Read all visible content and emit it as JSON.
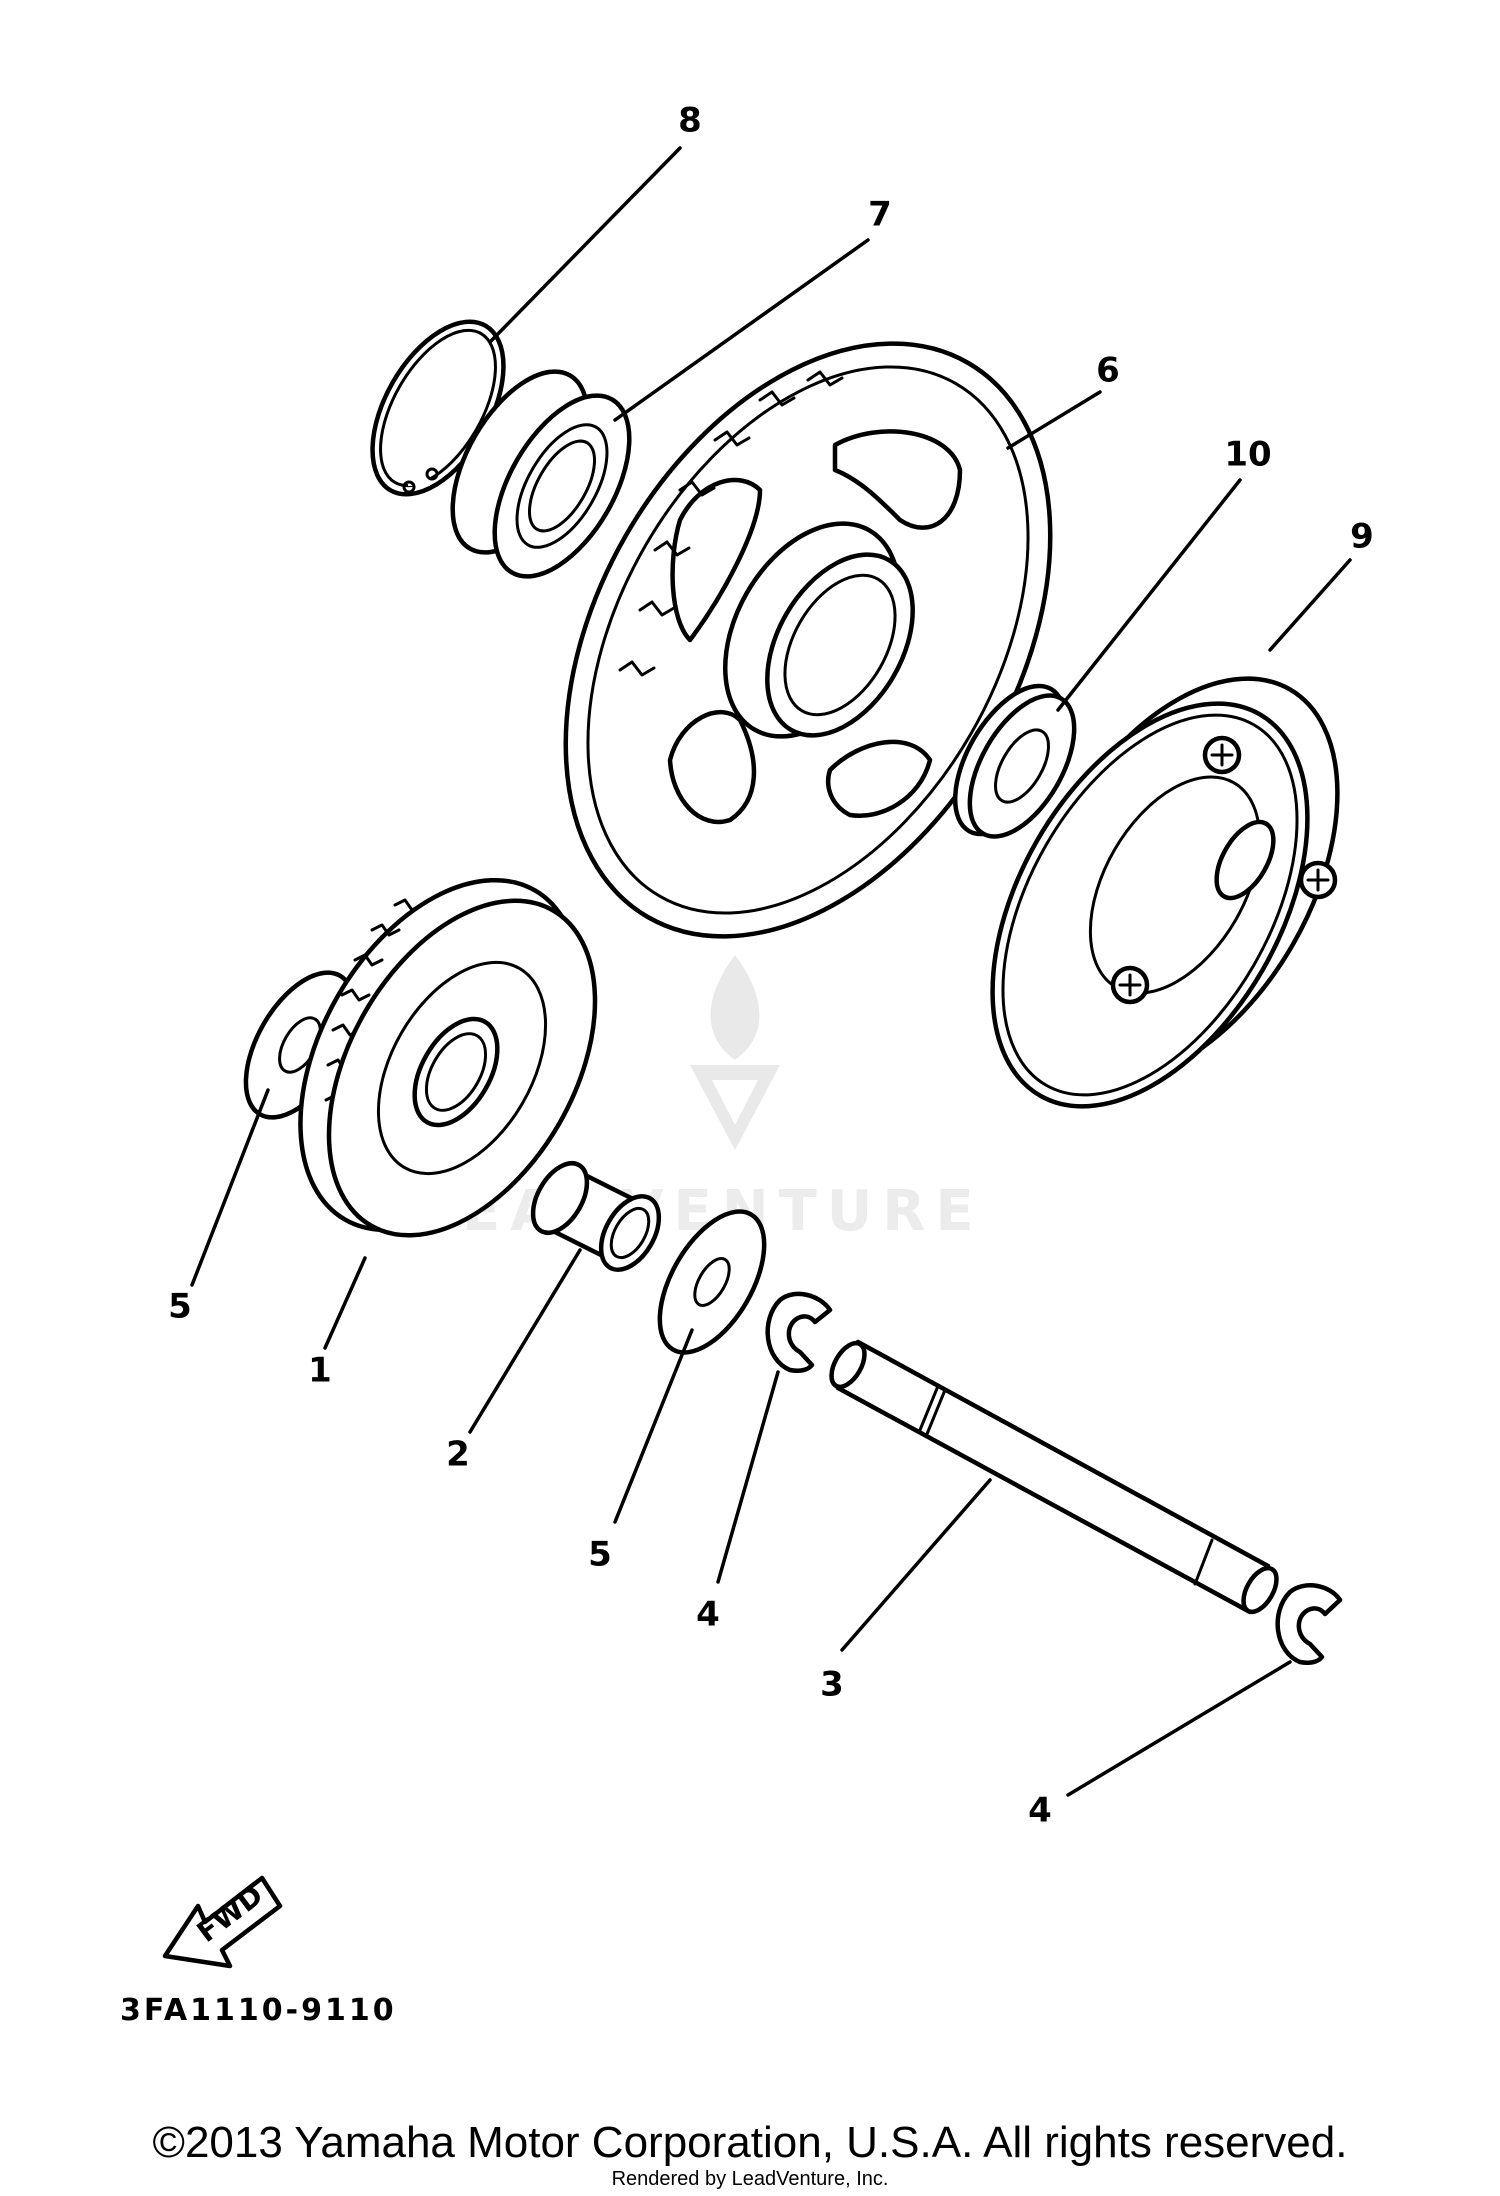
{
  "diagram": {
    "callouts": {
      "c1": "1",
      "c2": "2",
      "c3": "3",
      "c4a": "4",
      "c4b": "4",
      "c5a": "5",
      "c5b": "5",
      "c6": "6",
      "c7": "7",
      "c8": "8",
      "c9": "9",
      "c10": "10"
    },
    "fwd_label": "FWD",
    "part_number": "3FA1110-9110",
    "watermark_text": "LEADVENTURE"
  },
  "footer": {
    "copyright": "©2013 Yamaha Motor Corporation, U.S.A. All rights reserved.",
    "rendered_by": "Rendered by LeadVenture, Inc."
  }
}
